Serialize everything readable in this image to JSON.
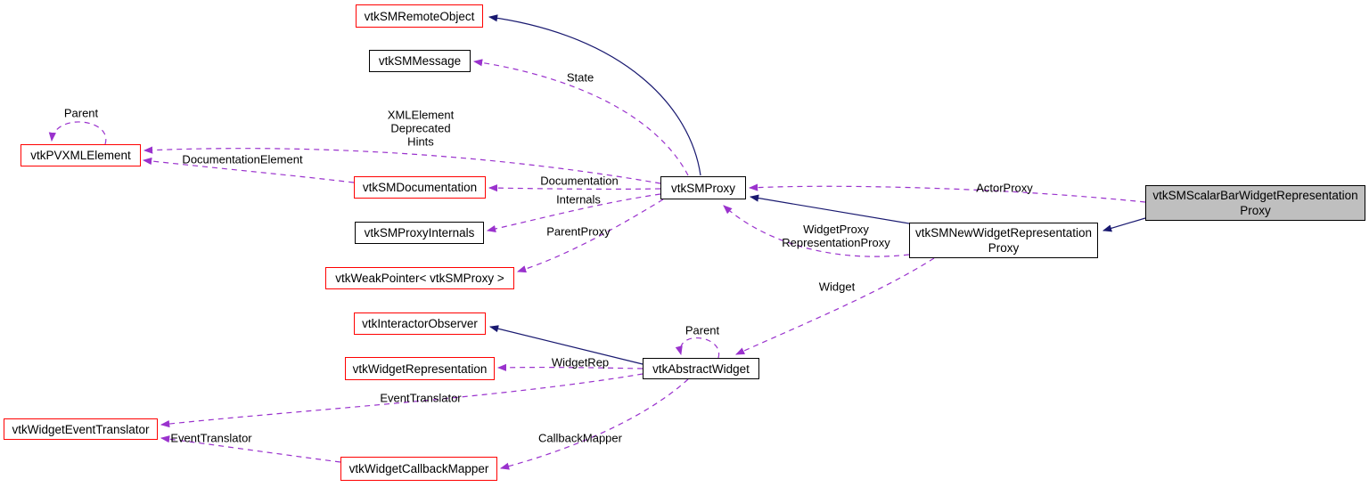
{
  "diagram_type": "collaboration-graph",
  "colors": {
    "inheritance_edge": "#191970",
    "usage_edge": "#9a32cd",
    "red_node_border": "#ff0000",
    "black_node_border": "#000000",
    "current_node_fill": "#bfbfbf",
    "node_fill": "#ffffff",
    "text": "#000000"
  },
  "nodes": [
    {
      "label": "vtkSMRemoteObject",
      "border": "red"
    },
    {
      "label": "vtkSMMessage",
      "border": "black"
    },
    {
      "label": "vtkPVXMLElement",
      "border": "red"
    },
    {
      "label": "vtkSMDocumentation",
      "border": "red"
    },
    {
      "label": "vtkSMProxyInternals",
      "border": "black"
    },
    {
      "label": "vtkWeakPointer< vtkSMProxy >",
      "border": "red"
    },
    {
      "label": "vtkSMProxy",
      "border": "black"
    },
    {
      "label": "vtkSMNewWidgetRepresentation\nProxy",
      "border": "black"
    },
    {
      "label": "vtkSMScalarBarWidgetRepresentation\nProxy",
      "border": "black",
      "fill": "#bfbfbf",
      "current": true
    },
    {
      "label": "vtkInteractorObserver",
      "border": "red"
    },
    {
      "label": "vtkWidgetRepresentation",
      "border": "red"
    },
    {
      "label": "vtkAbstractWidget",
      "border": "black"
    },
    {
      "label": "vtkWidgetEventTranslator",
      "border": "red"
    },
    {
      "label": "vtkWidgetCallbackMapper",
      "border": "red"
    }
  ],
  "edge_labels": [
    {
      "text": "Parent"
    },
    {
      "text": "State"
    },
    {
      "text": "XMLElement\nDeprecated\nHints"
    },
    {
      "text": "DocumentationElement"
    },
    {
      "text": "Documentation"
    },
    {
      "text": "Internals"
    },
    {
      "text": "ParentProxy"
    },
    {
      "text": "ActorProxy"
    },
    {
      "text": "WidgetProxy\nRepresentationProxy"
    },
    {
      "text": "Widget"
    },
    {
      "text": "Parent"
    },
    {
      "text": "WidgetRep"
    },
    {
      "text": "EventTranslator"
    },
    {
      "text": "CallbackMapper"
    },
    {
      "text": "EventTranslator"
    }
  ],
  "edges": [
    {
      "from": "vtkSMProxy",
      "to": "vtkSMRemoteObject",
      "type": "inheritance"
    },
    {
      "from": "vtkSMProxy",
      "to": "vtkSMMessage",
      "type": "usage",
      "label": "State"
    },
    {
      "from": "vtkSMProxy",
      "to": "vtkPVXMLElement",
      "type": "usage",
      "label": "XMLElement Deprecated Hints"
    },
    {
      "from": "vtkSMDocumentation",
      "to": "vtkPVXMLElement",
      "type": "usage",
      "label": "DocumentationElement"
    },
    {
      "from": "vtkPVXMLElement",
      "to": "vtkPVXMLElement",
      "type": "usage",
      "label": "Parent"
    },
    {
      "from": "vtkSMProxy",
      "to": "vtkSMDocumentation",
      "type": "usage",
      "label": "Documentation"
    },
    {
      "from": "vtkSMProxy",
      "to": "vtkSMProxyInternals",
      "type": "usage",
      "label": "Internals"
    },
    {
      "from": "vtkSMProxy",
      "to": "vtkWeakPointer< vtkSMProxy >",
      "type": "usage",
      "label": "ParentProxy"
    },
    {
      "from": "vtkSMScalarBarWidgetRepresentationProxy",
      "to": "vtkSMProxy",
      "type": "usage",
      "label": "ActorProxy"
    },
    {
      "from": "vtkSMNewWidgetRepresentationProxy",
      "to": "vtkSMProxy",
      "type": "usage",
      "label": "WidgetProxy RepresentationProxy"
    },
    {
      "from": "vtkSMNewWidgetRepresentationProxy",
      "to": "vtkSMProxy",
      "type": "inheritance"
    },
    {
      "from": "vtkSMScalarBarWidgetRepresentationProxy",
      "to": "vtkSMNewWidgetRepresentationProxy",
      "type": "inheritance"
    },
    {
      "from": "vtkSMNewWidgetRepresentationProxy",
      "to": "vtkAbstractWidget",
      "type": "usage",
      "label": "Widget"
    },
    {
      "from": "vtkAbstractWidget",
      "to": "vtkAbstractWidget",
      "type": "usage",
      "label": "Parent"
    },
    {
      "from": "vtkAbstractWidget",
      "to": "vtkInteractorObserver",
      "type": "inheritance"
    },
    {
      "from": "vtkAbstractWidget",
      "to": "vtkWidgetRepresentation",
      "type": "usage",
      "label": "WidgetRep"
    },
    {
      "from": "vtkAbstractWidget",
      "to": "vtkWidgetEventTranslator",
      "type": "usage",
      "label": "EventTranslator"
    },
    {
      "from": "vtkAbstractWidget",
      "to": "vtkWidgetCallbackMapper",
      "type": "usage",
      "label": "CallbackMapper"
    },
    {
      "from": "vtkWidgetCallbackMapper",
      "to": "vtkWidgetEventTranslator",
      "type": "usage",
      "label": "EventTranslator"
    }
  ]
}
